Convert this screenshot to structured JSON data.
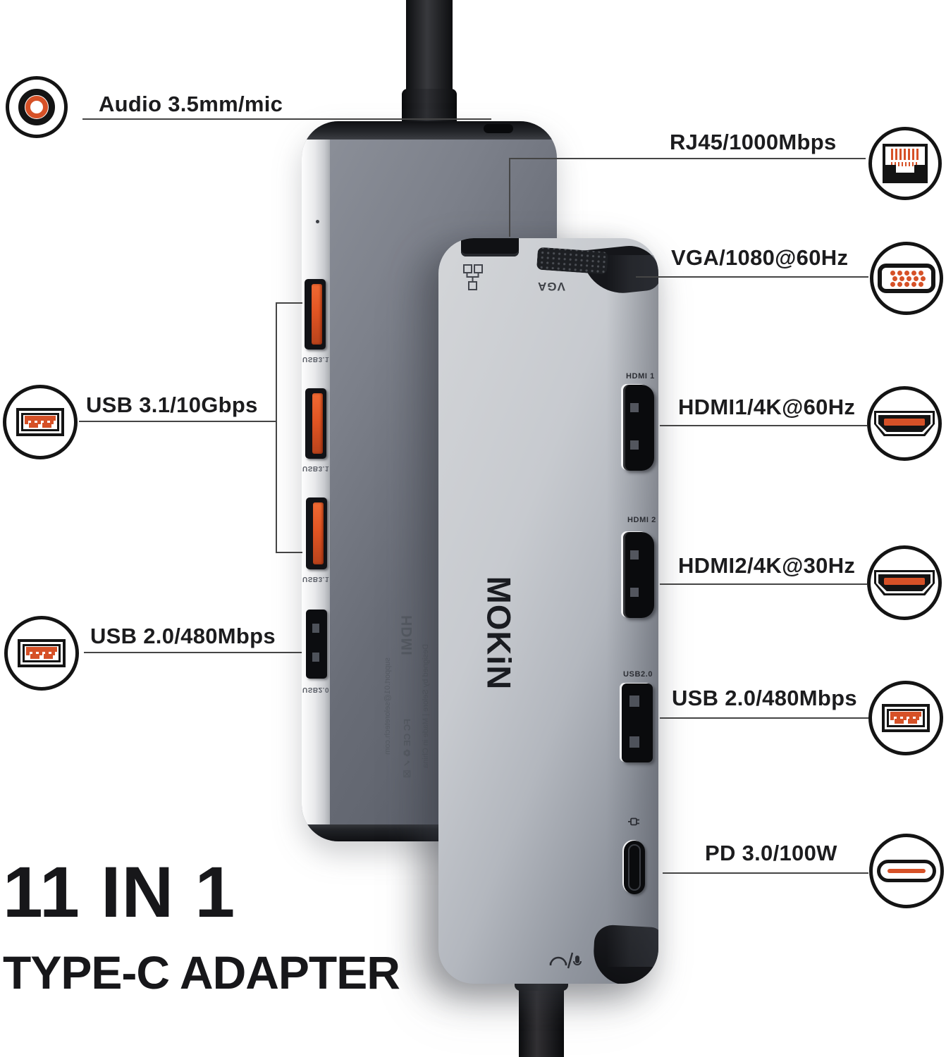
{
  "title": "11 in 1 Type-C adapter port callout diagram",
  "heading": {
    "line1": "11 IN 1",
    "line2": "TYPE-C ADAPTER"
  },
  "brand": {
    "logo": "MOKiN"
  },
  "colors": {
    "accent_orange": "#d65127",
    "ink": "#1c1c1e",
    "callout_line": "#454545"
  },
  "callouts": {
    "left": [
      {
        "label": "Audio 3.5mm/mic",
        "icon": "audio-jack-icon"
      },
      {
        "label": "USB 3.1/10Gbps",
        "icon": "usb-a-icon"
      },
      {
        "label": "USB 2.0/480Mbps",
        "icon": "usb-a-icon"
      }
    ],
    "right": [
      {
        "label": "RJ45/1000Mbps",
        "icon": "rj45-icon"
      },
      {
        "label": "VGA/1080@60Hz",
        "icon": "vga-icon"
      },
      {
        "label": "HDMI1/4K@60Hz",
        "icon": "hdmi-icon"
      },
      {
        "label": "HDMI2/4K@30Hz",
        "icon": "hdmi-icon"
      },
      {
        "label": "USB 2.0/480Mbps",
        "icon": "usb-a-icon"
      },
      {
        "label": "PD 3.0/100W",
        "icon": "usb-c-icon"
      }
    ]
  },
  "device_back": {
    "usb31_label": "USB3.1",
    "usb20_label": "USB2.0",
    "print_support": "support.01@seloretech.com",
    "print_hdmi": "HDMI",
    "print_certs": "FC CE ♻ ✓ ☒",
    "print_designed": "Designed by Selore | Made in China"
  },
  "device_front": {
    "vga_label": "VGA",
    "hdmi1_label": "HDMI 1",
    "hdmi2_label": "HDMI 2",
    "usb20_label": "USB2.0"
  }
}
